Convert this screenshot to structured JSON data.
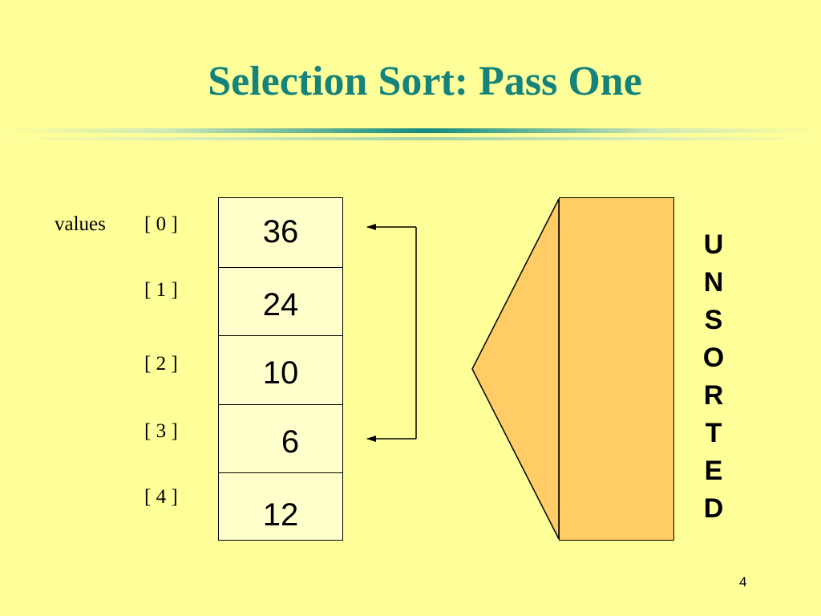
{
  "slide": {
    "title": "Selection Sort: Pass One",
    "page_number": "4"
  },
  "array": {
    "name": "values",
    "indices": [
      "[ 0 ]",
      "[ 1 ]",
      "[ 2 ]",
      "[ 3 ]",
      "[ 4 ]"
    ],
    "values": [
      "36",
      "24",
      "10",
      "6",
      "12"
    ]
  },
  "unsorted_label": [
    "U",
    "N",
    "S",
    "O",
    "R",
    "T",
    "E",
    "D"
  ],
  "colors": {
    "background": "#FFFF99",
    "title": "#13837B",
    "cell_fill": "#FFFFCC",
    "unsorted_fill": "#FFCC66"
  }
}
